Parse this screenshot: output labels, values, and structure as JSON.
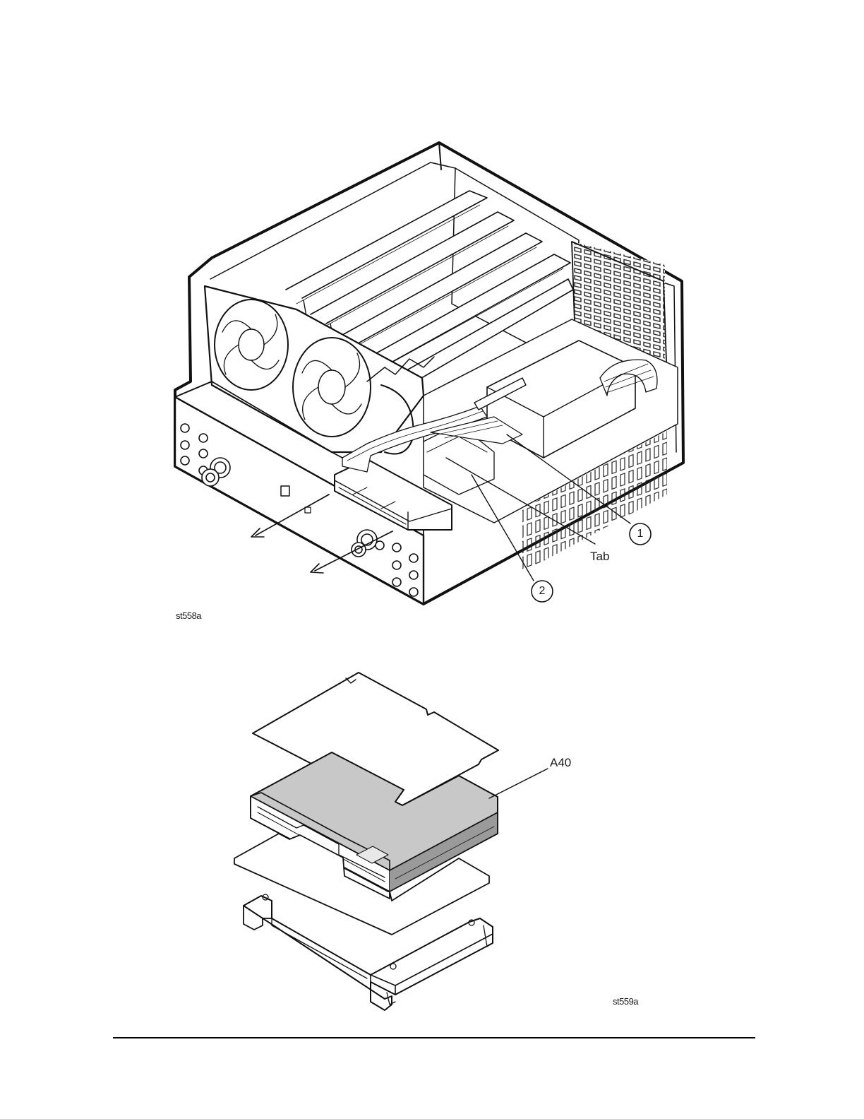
{
  "figure_top": {
    "id_label": "st558a",
    "callouts": {
      "item1": "1",
      "item2": "2",
      "tab": "Tab"
    }
  },
  "figure_bottom": {
    "id_label": "st559a",
    "callouts": {
      "a40": "A40"
    }
  }
}
